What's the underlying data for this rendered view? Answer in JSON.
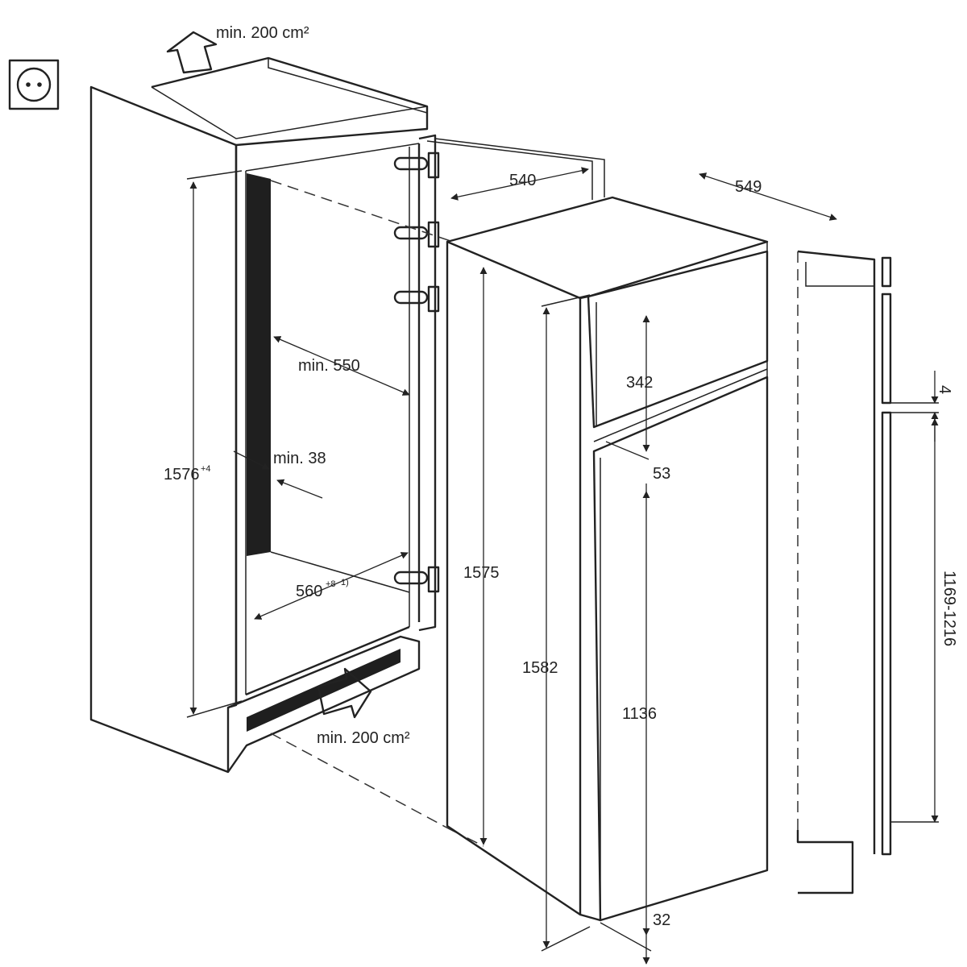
{
  "labels": {
    "vent_top": "min. 200 cm²",
    "vent_bottom": "min. 200 cm²",
    "niche_depth": "540",
    "appliance_depth": "549",
    "min_depth": "min. 550",
    "min_gap": "min. 38",
    "niche_height": "1576",
    "niche_height_tol": "+4",
    "niche_width": "560",
    "niche_width_tol": "+8",
    "niche_width_note": "1)",
    "appliance_height": "1575",
    "door_total_height": "1582",
    "freezer_door": "342",
    "door_gap": "53",
    "fridge_door": "1136",
    "bottom_offset": "32",
    "side_gap": "4",
    "door_range": "1169-1216"
  },
  "icons": {
    "socket": "power-socket-icon",
    "vent_top": "airflow-up-arrow-icon",
    "vent_bottom": "airflow-in-arrow-icon"
  }
}
